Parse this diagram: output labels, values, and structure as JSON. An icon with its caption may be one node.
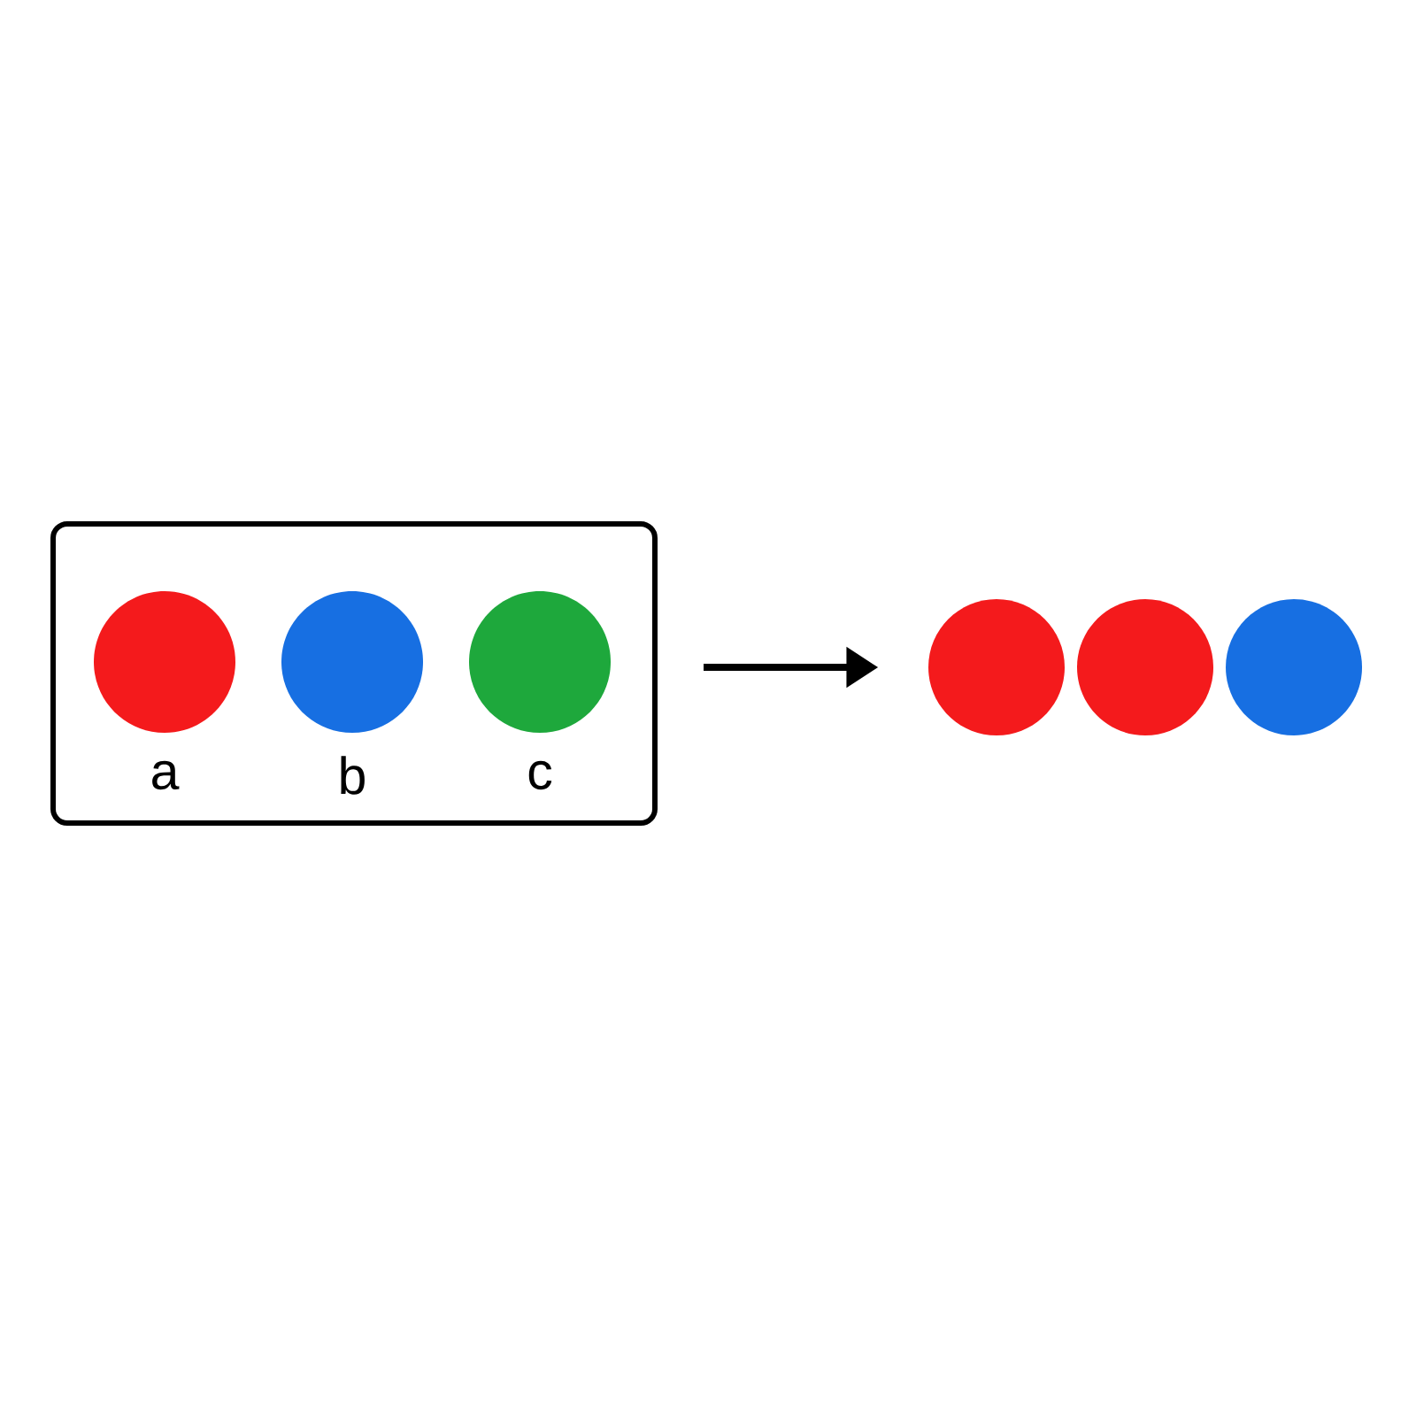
{
  "diagram": {
    "nodes": [
      {
        "text": [],
        "shape": "box"
      },
      {
        "text": [],
        "shape": "circle",
        "beside": [
          "a"
        ],
        "in": 0
      },
      {
        "text": [],
        "shape": "circle",
        "beside": [
          "b"
        ],
        "in": 0
      },
      {
        "text": [],
        "shape": "circle",
        "beside": [
          "c"
        ],
        "in": 0
      },
      {
        "text": [],
        "shape": "circle"
      },
      {
        "text": [],
        "shape": "circle"
      },
      {
        "text": [],
        "shape": "circle"
      }
    ],
    "edges": [
      {
        "from": 0,
        "to": 4,
        "arrow": "to"
      }
    ]
  }
}
